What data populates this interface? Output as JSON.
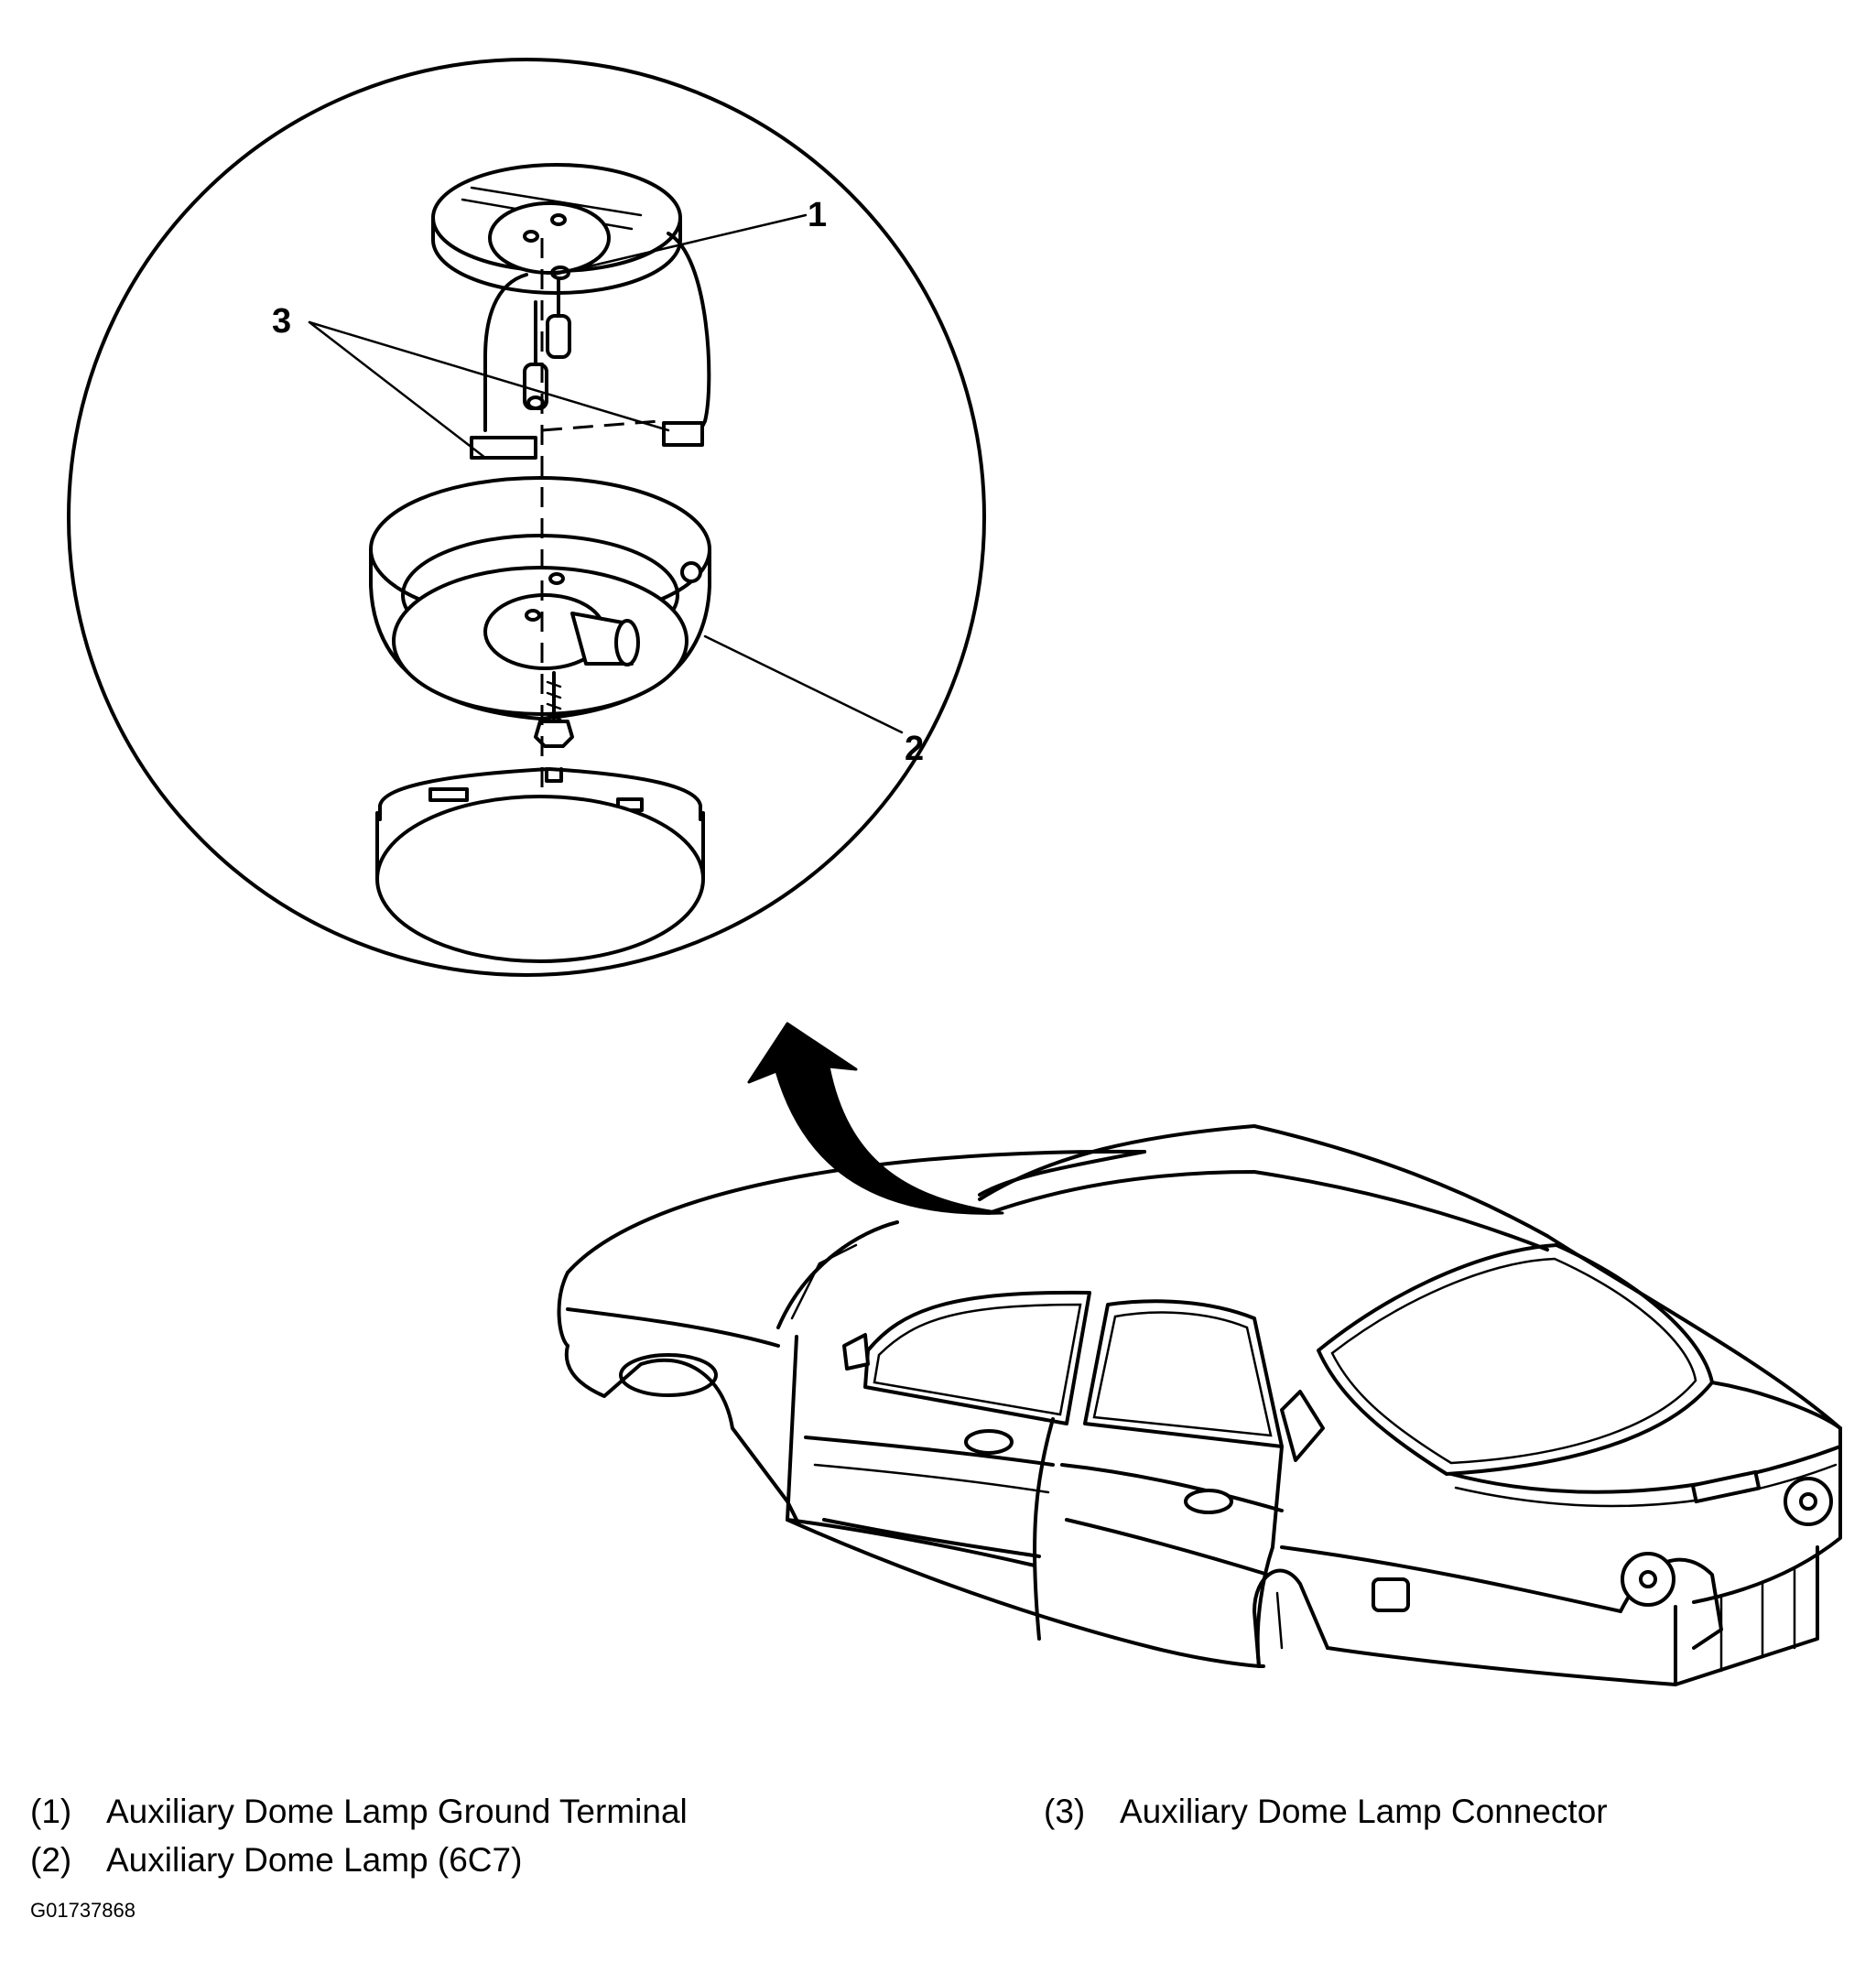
{
  "callouts": {
    "c1": "1",
    "c2": "2",
    "c3": "3"
  },
  "legend": {
    "items": [
      {
        "number": "(1)",
        "label": "Auxiliary Dome Lamp Ground Terminal"
      },
      {
        "number": "(2)",
        "label": "Auxiliary Dome Lamp (6C7)"
      },
      {
        "number": "(3)",
        "label": "Auxiliary Dome Lamp Connector"
      }
    ]
  },
  "figure_id": "G01737868",
  "icons": {
    "arrow": "curved-arrow-icon"
  }
}
